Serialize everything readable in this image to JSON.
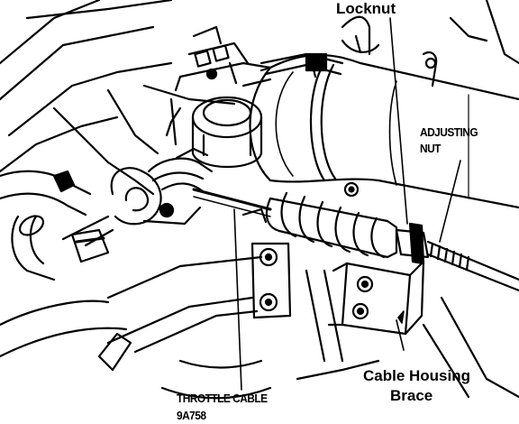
{
  "labels": {
    "locknut": "Locknut",
    "adjusting_nut_line1": "ADJUSTING",
    "adjusting_nut_line2": "NUT",
    "throttle_cable_line1": "THROTTLE CABLE",
    "throttle_cable_line2": "9A758",
    "cable_housing_brace_line1": "Cable Housing",
    "cable_housing_brace_line2": "Brace"
  },
  "colors": {
    "ink": "#000000",
    "paper": "#ffffff"
  }
}
